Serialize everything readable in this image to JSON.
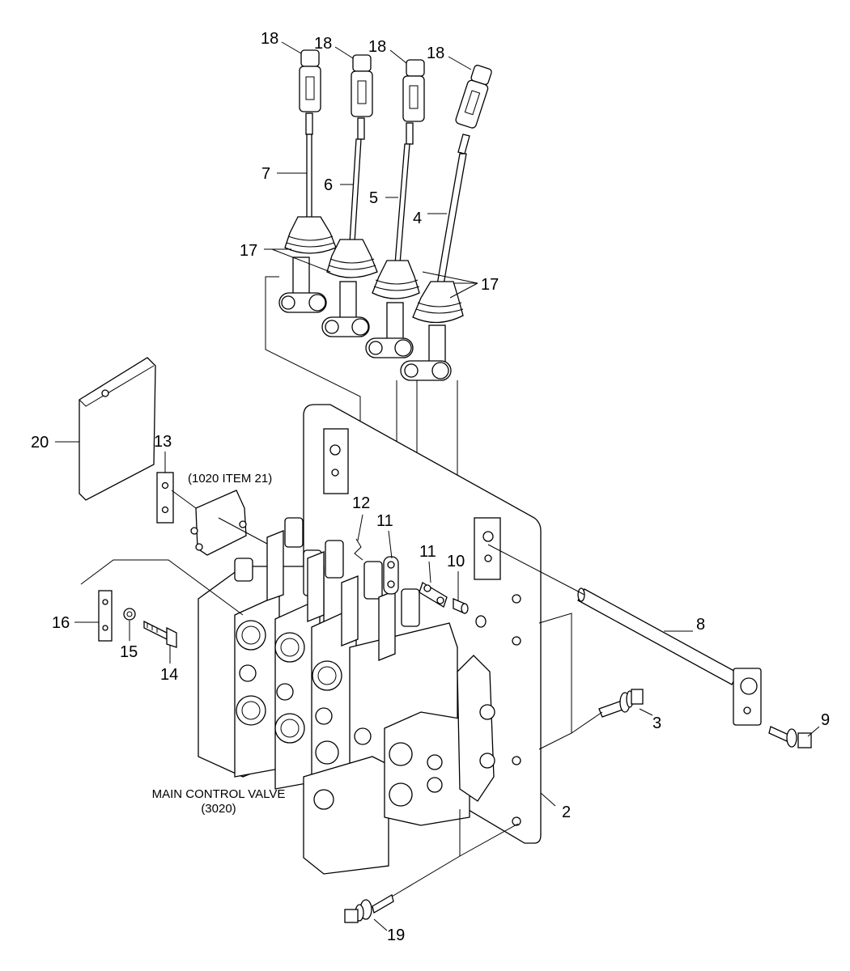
{
  "callouts": {
    "c18a": "18",
    "c18b": "18",
    "c18c": "18",
    "c18d": "18",
    "c7": "7",
    "c6": "6",
    "c5": "5",
    "c4": "4",
    "c17a": "17",
    "c17b": "17",
    "c20": "20",
    "c13": "13",
    "c12": "12",
    "c11a": "11",
    "c11b": "11",
    "c10": "10",
    "c16": "16",
    "c15": "15",
    "c14": "14",
    "c8": "8",
    "c3": "3",
    "c9": "9",
    "c2": "2",
    "c19": "19"
  },
  "captions": {
    "item_ref": "(1020 ITEM 21)",
    "main_valve_line1": "MAIN CONTROL VALVE",
    "main_valve_line2": "(3020)"
  }
}
